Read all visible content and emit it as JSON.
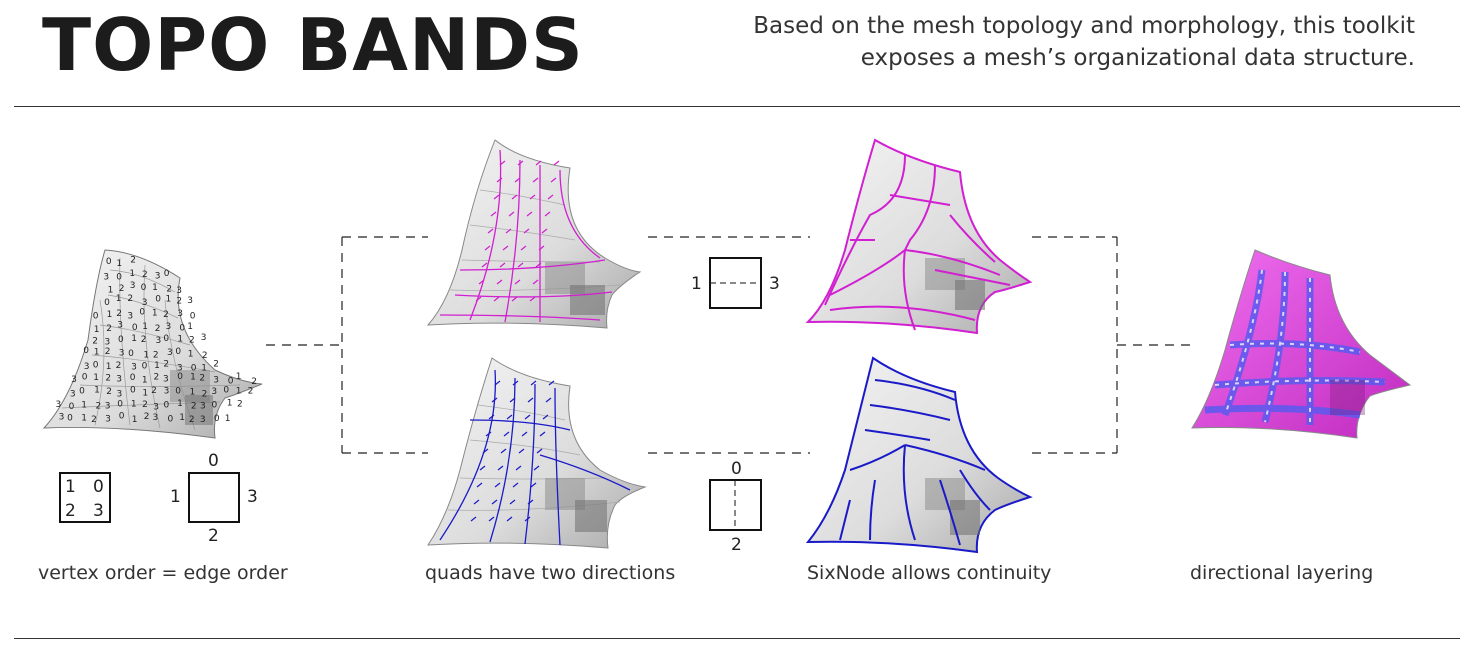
{
  "header": {
    "title": "TOPO BANDS",
    "subtitle_line1": "Based on the mesh topology and morphology, this toolkit",
    "subtitle_line2": "exposes a mesh’s organizational data structure."
  },
  "vertex_box": {
    "labels": [
      "1",
      "0",
      "2",
      "3"
    ]
  },
  "edge_box": {
    "top": "0",
    "left": "1",
    "right": "3",
    "bottom": "2"
  },
  "direction_a": {
    "left": "1",
    "right": "3"
  },
  "direction_b": {
    "top": "0",
    "bottom": "2"
  },
  "captions": {
    "vertex_order": "vertex order = edge order",
    "two_directions": "quads have two directions",
    "sixnode": "SixNode allows continuity",
    "layering": "directional layering"
  },
  "colors": {
    "magenta": "#d11fd1",
    "blue": "#1a1ac8",
    "pink_fill": "#e85ae8",
    "blue_fill": "#5a5af0",
    "mesh_grey": "#e6e6e6",
    "mesh_dark": "#9a9a9a"
  }
}
